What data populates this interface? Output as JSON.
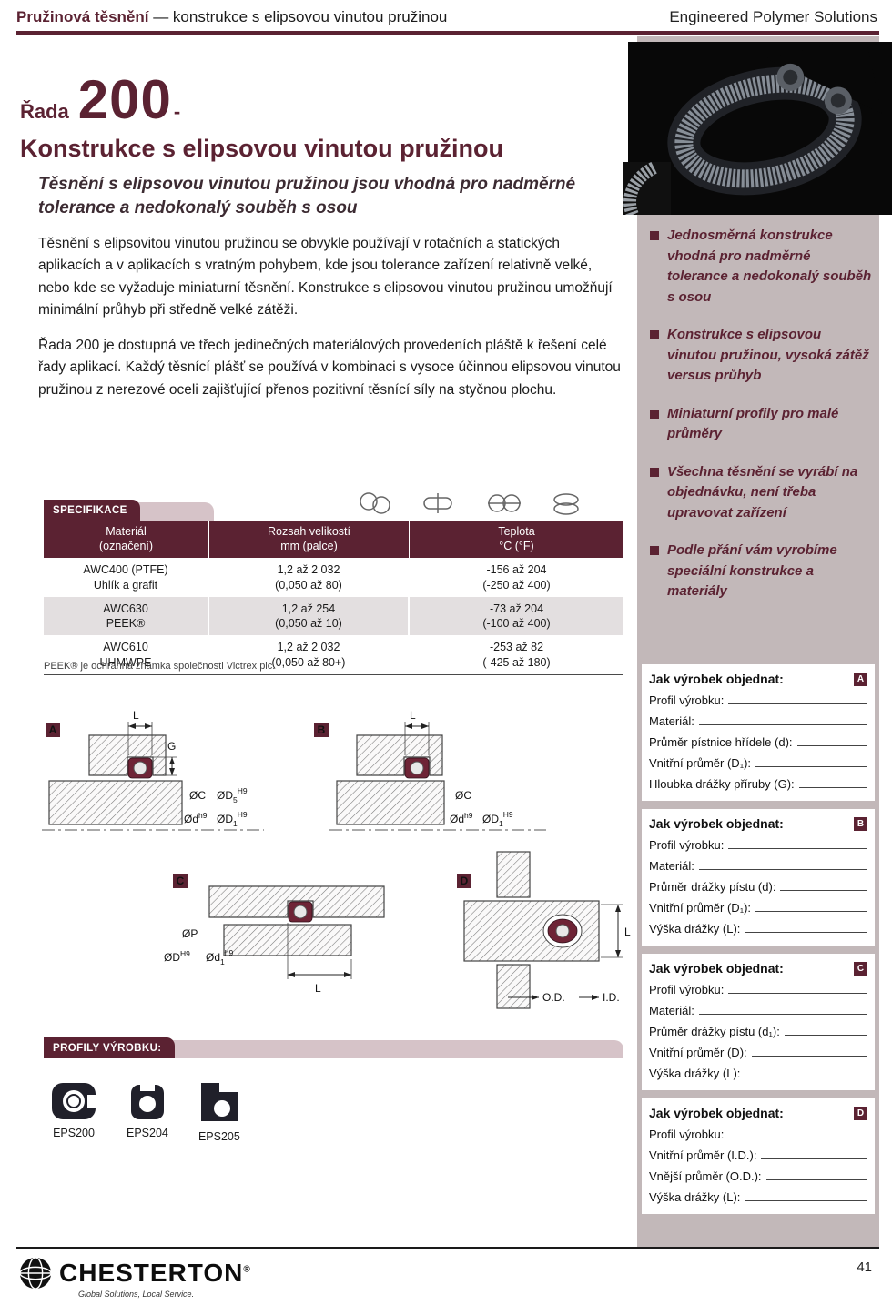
{
  "colors": {
    "accent_maroon": "#5b2232",
    "sidebar_bg": "#c2b8b9",
    "tab_pink": "#d6c3c8",
    "table_alt_row": "#e3dfe0"
  },
  "header": {
    "title_strong": "Pružinová těsnění",
    "title_rest": " — konstrukce s elipsovou vinutou pružinou",
    "brand": "Engineered Polymer Solutions"
  },
  "intro": {
    "rada": "Řada",
    "series": "200",
    "dash": "-",
    "heading": "Konstrukce s elipsovou vinutou pružinou",
    "subheading": "Těsnění s elipsovou vinutou pružinou jsou vhodná pro nadměrné tolerance a nedokonalý souběh s osou",
    "para1": "Těsnění s elipsovitou vinutou pružinou se obvykle používají v rotačních a statických aplikacích a v aplikacích s vratným pohybem, kde jsou tolerance zařízení relativně velké, nebo kde se vyžaduje miniaturní těsnění. Konstrukce s elipsovou vinutou pružinou umožňují minimální průhyb při středně velké zátěži.",
    "para2": "Řada 200 je dostupná ve třech jedinečných materiálových provedeních pláště k řešení celé řady aplikací. Každý těsnící plášť se používá v kombinaci s vysoce účinnou elipsovou vinutou pružinou z nerezové oceli zajišťující přenos pozitivní těsnící síly na styčnou plochu.",
    "photo_alt": "seal-with-elliptical-coil-spring-photo"
  },
  "spec": {
    "tab": "SPECIFIKACE",
    "col1_l1": "Materiál",
    "col1_l2": "(označení)",
    "col2_l1": "Rozsah velikostí",
    "col2_l2": "mm (palce)",
    "col3_l1": "Teplota",
    "col3_l2": "°C (°F)",
    "rows": [
      {
        "m1": "AWC400 (PTFE)",
        "m2": "Uhlík a grafit",
        "r1": "1,2 až 2 032",
        "r2": "(0,050 až 80)",
        "t1": "-156 až 204",
        "t2": "(-250 až 400)"
      },
      {
        "m1": "AWC630",
        "m2": "PEEK®",
        "r1": "1,2 až 254",
        "r2": "(0,050 až 10)",
        "t1": "-73 až 204",
        "t2": "(-100 až 400)"
      },
      {
        "m1": "AWC610",
        "m2": "UHMWPE",
        "r1": "1,2 až 2 032",
        "r2": "(0,050 až 80+)",
        "t1": "-253 až 82",
        "t2": "(-425 až 180)"
      }
    ],
    "footnote": "PEEK® je ochranná známka společnosti Victrex plc."
  },
  "drawings": {
    "badges": {
      "a": "A",
      "b": "B",
      "c": "C",
      "d": "D"
    },
    "labels": {
      "l": "L",
      "g": "G",
      "oc": "ØC",
      "od_main": "Ød",
      "od_sup": "h9",
      "oD5_main": "ØD",
      "oD5_sub": "5",
      "oD5_sup": "H9",
      "oD1_main": "ØD",
      "oD1_sub": "1",
      "oD1_sup": "H9",
      "oP": "ØP",
      "oD_main": "ØD",
      "oD_sup": "H9",
      "od1_main": "Ød",
      "od1_sub": "1",
      "od1_sup": "h9",
      "od_out": "O.D.",
      "id_in": "I.D."
    }
  },
  "profiles": {
    "tab": "PROFILY VÝROBKU:",
    "items": [
      "EPS200",
      "EPS204",
      "EPS205"
    ]
  },
  "sidebar": {
    "bullets": [
      "Jednosměrná konstrukce vhodná pro nadměrné tolerance a nedokonalý souběh s osou",
      "Konstrukce s elipsovou vinutou pružinou, vysoká zátěž versus průhyb",
      "Miniaturní profily pro malé průměry",
      "Všechna těsnění se vyrábí na objednávku, není třeba upravovat zařízení",
      "Podle přání vám vyrobíme speciální konstrukce a materiály"
    ],
    "boxes": [
      {
        "title": "Jak výrobek objednat:",
        "badge": "A",
        "fields": [
          "Profil výrobku:",
          "Materiál:",
          "Průměr pístnice hřídele (d):",
          "Vnitřní průměr (D₁):",
          "Hloubka drážky příruby (G):"
        ]
      },
      {
        "title": "Jak výrobek objednat:",
        "badge": "B",
        "fields": [
          "Profil výrobku:",
          "Materiál:",
          "Průměr drážky pístu (d):",
          "Vnitřní průměr (D₁):",
          "Výška drážky (L):"
        ]
      },
      {
        "title": "Jak výrobek objednat:",
        "badge": "C",
        "fields": [
          "Profil výrobku:",
          "Materiál:",
          "Průměr drážky pístu (d₁):",
          "Vnitřní průměr (D):",
          "Výška drážky (L):"
        ]
      },
      {
        "title": "Jak výrobek objednat:",
        "badge": "D",
        "fields": [
          "Profil výrobku:",
          "Vnitřní průměr (I.D.):",
          "Vnější průměr (O.D.):",
          "Výška drážky (L):"
        ]
      }
    ]
  },
  "footer": {
    "brand": "CHESTERTON",
    "reg": "®",
    "tagline": "Global Solutions, Local Service.",
    "page": "41"
  }
}
